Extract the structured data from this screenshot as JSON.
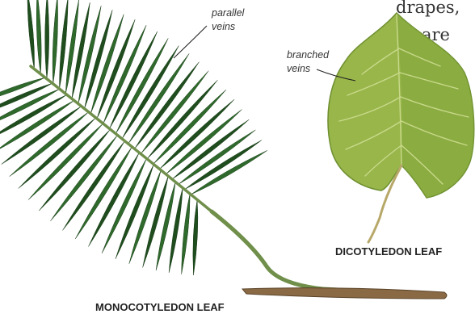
{
  "background_text": {
    "line1": "drapes,",
    "line2": "are"
  },
  "annotations": {
    "parallel_line1": "parallel",
    "parallel_line2": "veins",
    "branched_line1": "branched",
    "branched_line2": "veins"
  },
  "captions": {
    "monocot": "MONOCOTYLEDON LEAF",
    "dicot": "DICOTYLEDON LEAF"
  },
  "colors": {
    "monocot_leaflet": "#2f6a2c",
    "monocot_leaflet_dark": "#1f4d1e",
    "monocot_stem": "#6f8f4a",
    "monocot_stem_base": "#8a6a45",
    "dicot_leaf": "#98b64a",
    "dicot_leaf_dark": "#6e8f30",
    "dicot_vein": "#c9d98a",
    "dicot_stem": "#b7a86a"
  }
}
